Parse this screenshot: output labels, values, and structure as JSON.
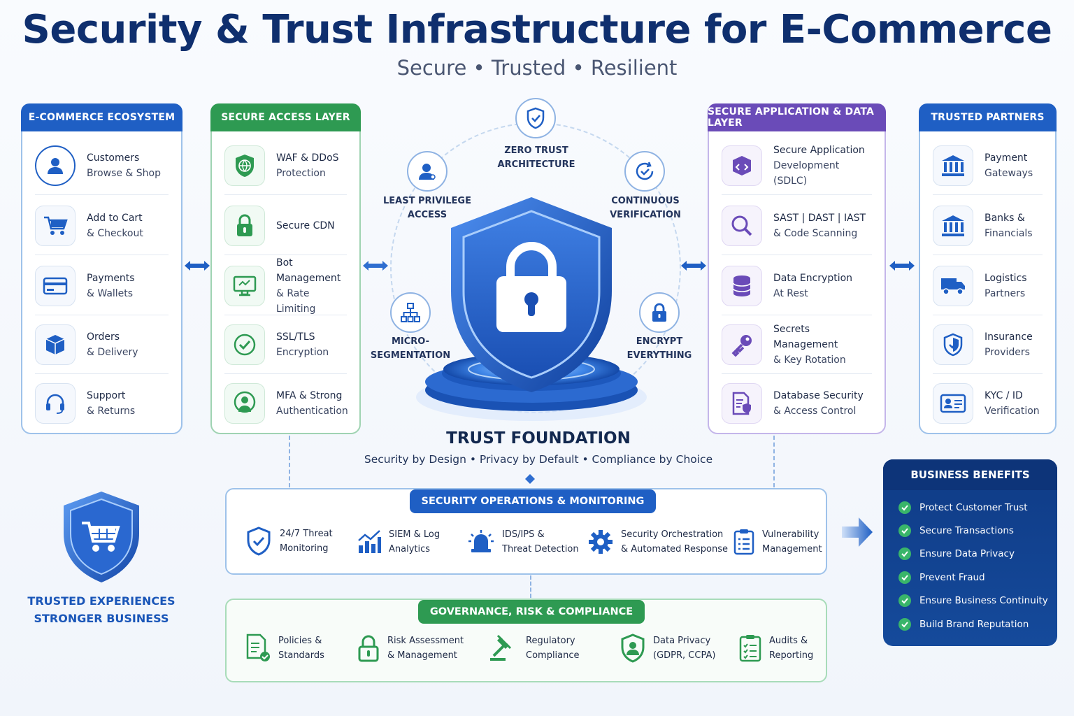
{
  "header": {
    "title": "Security & Trust Infrastructure for E-Commerce",
    "subtitle": "Secure • Trusted • Resilient"
  },
  "colors": {
    "navy": "#0f2f6e",
    "blue": "#1f5fc4",
    "green": "#2e9a52",
    "purple": "#6a4bb8",
    "check_green": "#39b56a"
  },
  "ecosystem": {
    "title": "E-COMMERCE ECOSYSTEM",
    "items": [
      {
        "icon": "customer-icon",
        "line1": "Customers",
        "line2": "Browse & Shop"
      },
      {
        "icon": "cart-icon",
        "line1": "Add to Cart",
        "line2": "& Checkout"
      },
      {
        "icon": "card-icon",
        "line1": "Payments",
        "line2": "& Wallets"
      },
      {
        "icon": "box-icon",
        "line1": "Orders",
        "line2": "& Delivery"
      },
      {
        "icon": "headset-icon",
        "line1": "Support",
        "line2": "& Returns"
      }
    ]
  },
  "access": {
    "title": "SECURE ACCESS LAYER",
    "items": [
      {
        "icon": "globe-shield-icon",
        "line1": "WAF & DDoS",
        "line2": "Protection"
      },
      {
        "icon": "lock-icon",
        "line1": "Secure CDN",
        "line2": ""
      },
      {
        "icon": "monitor-icon",
        "line1": "Bot Management",
        "line2": "& Rate Limiting"
      },
      {
        "icon": "check-circle-icon",
        "line1": "SSL/TLS",
        "line2": "Encryption"
      },
      {
        "icon": "user-shield-icon",
        "line1": "MFA & Strong",
        "line2": "Authentication"
      }
    ]
  },
  "center": {
    "pillars": [
      {
        "icon": "shield-check-icon",
        "line1": "ZERO TRUST",
        "line2": "ARCHITECTURE"
      },
      {
        "icon": "user-key-icon",
        "line1": "LEAST PRIVILEGE",
        "line2": "ACCESS"
      },
      {
        "icon": "refresh-check-icon",
        "line1": "CONTINUOUS",
        "line2": "VERIFICATION"
      },
      {
        "icon": "network-icon",
        "line1": "MICRO-",
        "line2": "SEGMENTATION"
      },
      {
        "icon": "padlock-icon",
        "line1": "ENCRYPT",
        "line2": "EVERYTHING"
      }
    ],
    "foundation_title": "TRUST FOUNDATION",
    "foundation_sub": "Security by Design • Privacy by Default • Compliance by Choice"
  },
  "appdata": {
    "title": "SECURE APPLICATION & DATA LAYER",
    "items": [
      {
        "icon": "code-cube-icon",
        "line1": "Secure Application",
        "line2": "Development (SDLC)"
      },
      {
        "icon": "magnifier-icon",
        "line1": "SAST | DAST | IAST",
        "line2": "& Code Scanning"
      },
      {
        "icon": "database-icon",
        "line1": "Data Encryption",
        "line2": "At Rest"
      },
      {
        "icon": "key-icon",
        "line1": "Secrets Management",
        "line2": "& Key Rotation"
      },
      {
        "icon": "doc-shield-icon",
        "line1": "Database Security",
        "line2": "& Access Control"
      }
    ]
  },
  "partners": {
    "title": "TRUSTED PARTNERS",
    "items": [
      {
        "icon": "bank-icon",
        "line1": "Payment",
        "line2": "Gateways"
      },
      {
        "icon": "bank-icon",
        "line1": "Banks &",
        "line2": "Financials"
      },
      {
        "icon": "truck-icon",
        "line1": "Logistics",
        "line2": "Partners"
      },
      {
        "icon": "shield-icon",
        "line1": "Insurance",
        "line2": "Providers"
      },
      {
        "icon": "id-card-icon",
        "line1": "KYC / ID",
        "line2": "Verification"
      }
    ]
  },
  "secops": {
    "title": "SECURITY OPERATIONS & MONITORING",
    "items": [
      {
        "icon": "shield-check-icon",
        "line1": "24/7 Threat",
        "line2": "Monitoring"
      },
      {
        "icon": "bar-chart-icon",
        "line1": "SIEM & Log",
        "line2": "Analytics"
      },
      {
        "icon": "alarm-icon",
        "line1": "IDS/IPS &",
        "line2": "Threat Detection"
      },
      {
        "icon": "gear-icon",
        "line1": "Security Orchestration",
        "line2": "& Automated Response"
      },
      {
        "icon": "checklist-icon",
        "line1": "Vulnerability",
        "line2": "Management"
      }
    ]
  },
  "grc": {
    "title": "GOVERNANCE, RISK & COMPLIANCE",
    "items": [
      {
        "icon": "policy-doc-icon",
        "line1": "Policies &",
        "line2": "Standards"
      },
      {
        "icon": "lock-icon",
        "line1": "Risk Assessment",
        "line2": "& Management"
      },
      {
        "icon": "gavel-icon",
        "line1": "Regulatory",
        "line2": "Compliance"
      },
      {
        "icon": "shield-user-icon",
        "line1": "Data Privacy",
        "line2": "(GDPR, CCPA)"
      },
      {
        "icon": "clipboard-icon",
        "line1": "Audits &",
        "line2": "Reporting"
      }
    ]
  },
  "benefits": {
    "title": "BUSINESS BENEFITS",
    "items": [
      "Protect Customer Trust",
      "Secure Transactions",
      "Ensure Data Privacy",
      "Prevent Fraud",
      "Ensure Business Continuity",
      "Build Brand Reputation"
    ]
  },
  "badge": {
    "line1": "TRUSTED EXPERIENCES",
    "line2": "STRONGER BUSINESS"
  }
}
